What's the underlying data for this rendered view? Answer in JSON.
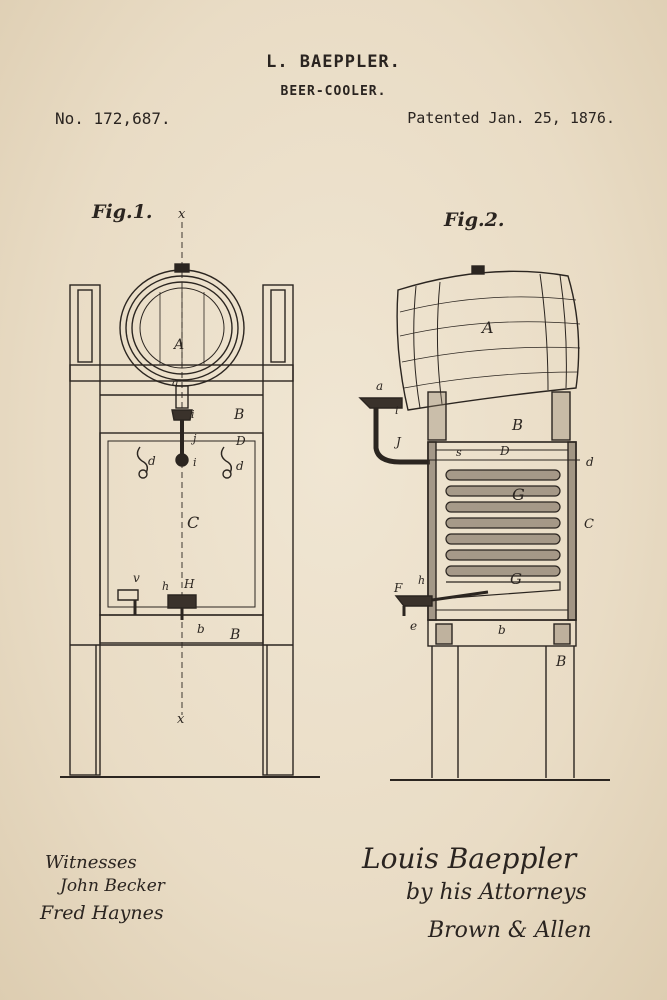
{
  "header": {
    "inventor": "L. BAEPPLER.",
    "title": "BEER-COOLER.",
    "patent_number": "No. 172,687.",
    "patent_date": "Patented Jan. 25, 1876."
  },
  "figures": {
    "fig1": {
      "label": "Fig.1.",
      "axis_top": "x",
      "axis_bottom": "x",
      "letters": {
        "a": "a",
        "A": "A",
        "B": "B",
        "C": "C",
        "d1": "d",
        "d2": "d",
        "D": "D",
        "i1": "i",
        "i2": "i",
        "j": "j",
        "b": "b",
        "B2": "B",
        "h": "h",
        "H": "H",
        "v": "v"
      }
    },
    "fig2": {
      "label": "Fig.2.",
      "letters": {
        "A": "A",
        "a": "a",
        "i": "i",
        "B": "B",
        "J": "J",
        "s": "s",
        "D": "D",
        "d1": "d",
        "G1": "G",
        "C": "C",
        "G2": "G",
        "F": "F",
        "h": "h",
        "e": "e",
        "b": "b",
        "B2": "B"
      }
    }
  },
  "signatures": {
    "witnesses_label": "Witnesses",
    "witness1": "John Becker",
    "witness2": "Fred Haynes",
    "inventor_sig": "Louis Baeppler",
    "attorneys_line": "by his Attorneys",
    "attorneys": "Brown & Allen"
  }
}
